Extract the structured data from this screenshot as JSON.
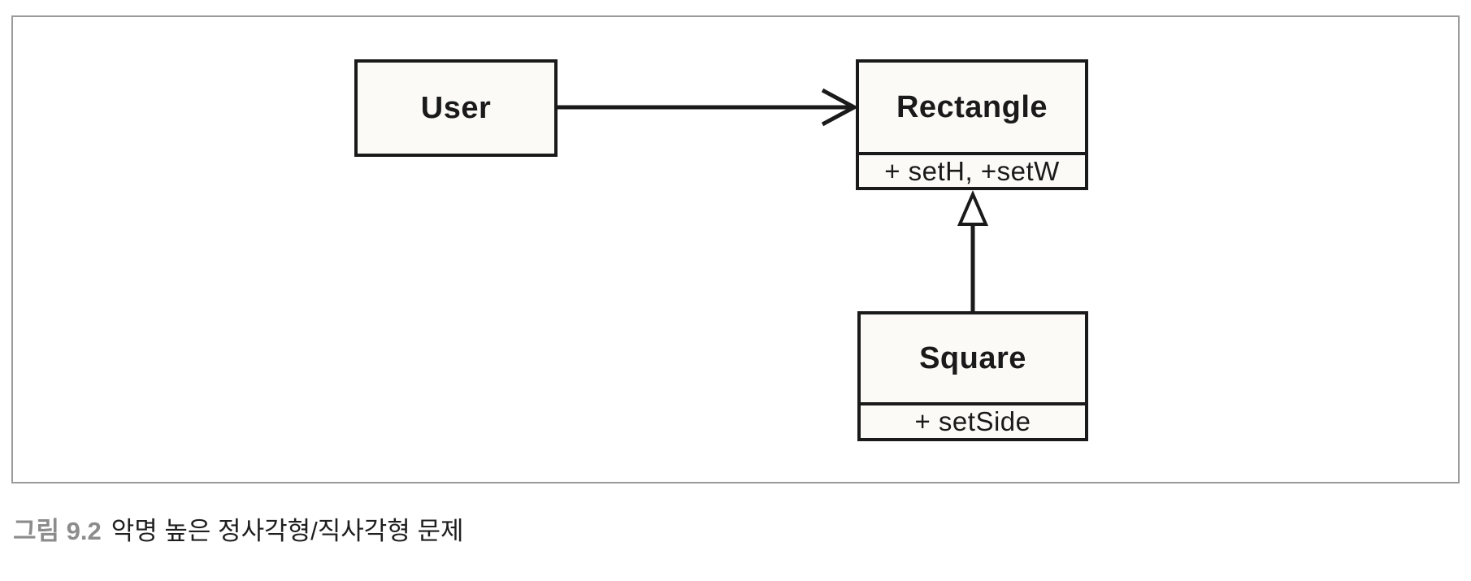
{
  "diagram": {
    "type": "uml-class-diagram",
    "classes": [
      {
        "id": "user",
        "name": "User",
        "attributes": ""
      },
      {
        "id": "rectangle",
        "name": "Rectangle",
        "attributes": "+ setH, +setW"
      },
      {
        "id": "square",
        "name": "Square",
        "attributes": "+ setSide"
      }
    ],
    "relations": [
      {
        "type": "association",
        "from": "User",
        "to": "Rectangle",
        "arrowhead": "open-stick"
      },
      {
        "type": "inheritance",
        "from": "Square",
        "to": "Rectangle",
        "arrowhead": "hollow-triangle"
      }
    ]
  },
  "caption": {
    "label": "그림 9.2",
    "text": "악명 높은 정사각형/직사각형 문제"
  },
  "colors": {
    "box_border": "#1a1a1a",
    "box_fill": "#fbfaf7",
    "frame_border": "#9a9a9a",
    "caption_label": "#8c8c8c",
    "caption_text": "#1f1f1f"
  }
}
